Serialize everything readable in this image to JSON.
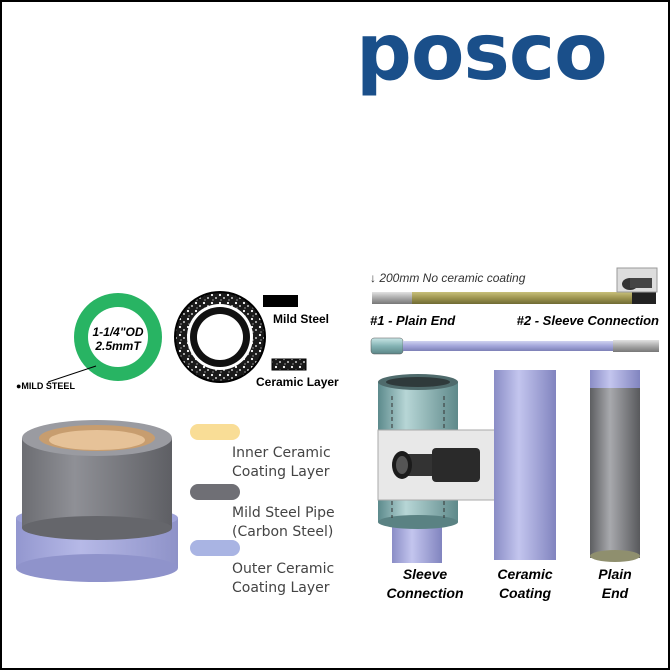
{
  "brand": {
    "text": "posco",
    "color": "#1a4f8a"
  },
  "ring_diagram": {
    "size_line1": "1-1/4\"OD",
    "size_line2": "2.5mmT",
    "pointer_label": "●MILD STEEL",
    "colors": {
      "ring": "#28b463",
      "center": "#ffffff"
    }
  },
  "cross_section": {
    "mild_steel_label": "Mild Steel",
    "ceramic_layer_label": "Ceramic Layer"
  },
  "legend": [
    {
      "line1": "Inner Ceramic",
      "line2": "Coating Layer",
      "color": "#f9dd96"
    },
    {
      "line1": "Mild Steel Pipe",
      "line2": "(Carbon Steel)",
      "color": "#6f6f75"
    },
    {
      "line1": "Outer Ceramic",
      "line2": "Coating Layer",
      "color": "#a9b4e3"
    }
  ],
  "pipe_top": {
    "note": "↓ 200mm No ceramic coating",
    "plain_end_label": "#1 - Plain End",
    "sleeve_label": "#2 - Sleeve Connection"
  },
  "pipes_bottom": [
    {
      "line1": "Sleeve",
      "line2": "Connection"
    },
    {
      "line1": "Ceramic",
      "line2": "Coating"
    },
    {
      "line1": "Plain",
      "line2": "End"
    }
  ],
  "colors": {
    "pipe_purple": "#a3a6da",
    "steel_gray": "#7d7f84",
    "pipe_olive": "#9d9450",
    "teal_sleeve": "#6e9a9c"
  }
}
